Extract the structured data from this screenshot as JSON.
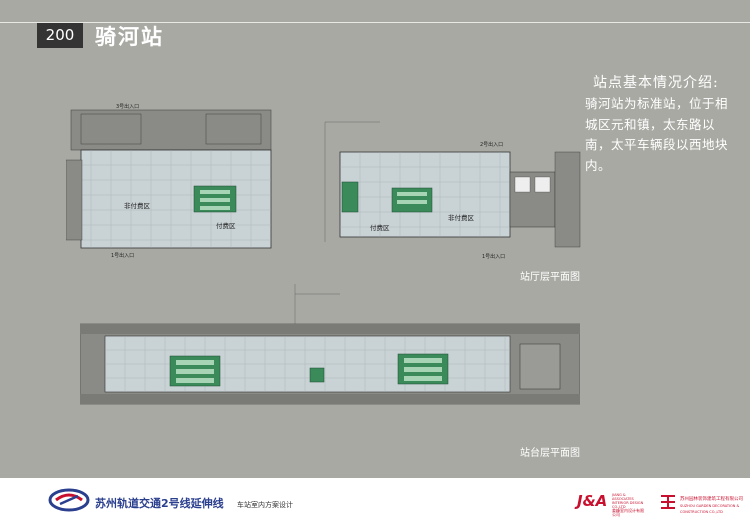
{
  "header": {
    "page_number": "200",
    "title": "骑河站"
  },
  "info": {
    "heading": "站点基本情况介绍:",
    "body": "骑河站为标准站，位于相城区元和镇，太东路以南，太平车辆段以西地块内。"
  },
  "captions": {
    "concourse": "站厅层平面图",
    "platform": "站台层平面图"
  },
  "plan_labels": {
    "exit3_left": "3号出入口",
    "exit1_left": "1号出入口",
    "exit2_right": "2号出入口",
    "exit1_right": "1号出入口",
    "unpaid_left": "非付费区",
    "paid_left": "付费区",
    "unpaid_right": "非付费区",
    "paid_right": "付费区"
  },
  "footer": {
    "project_title": "苏州轨道交通2号线延伸线",
    "subtitle": "车站室内方案设计",
    "firm_logo": "J&A",
    "firm_name_en": "JIANG & ASSOCIATES INTERIOR DESIGN CO.,LTD",
    "firm_name_cn": "姜峰室内设计有限公司",
    "partner_name": "苏州园林装饰建筑工程有限公司",
    "partner_name_en": "SUZHOU GARDEN DECORATION & CONSTRUCTION CO.,LTD"
  },
  "colors": {
    "background": "#a9a9a4",
    "footer_bg": "#ffffff",
    "title_blue": "#2b3f8f",
    "logo_red": "#c8102e",
    "equipment_green": "#3b8a5a"
  }
}
